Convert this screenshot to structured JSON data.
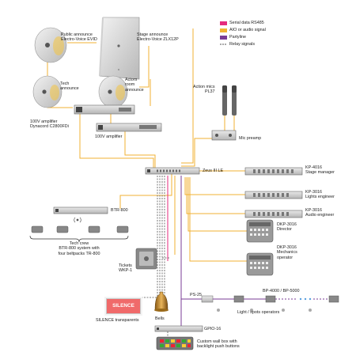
{
  "legend": [
    {
      "label": "Serial data RS485",
      "color": "#e52a7c",
      "style": "solid"
    },
    {
      "label": "AIO or audio signal",
      "color": "#f2b233",
      "style": "solid"
    },
    {
      "label": "Partyline",
      "color": "#7a3b96",
      "style": "solid"
    },
    {
      "label": "Relay signals",
      "color": "#555555",
      "style": "dashed"
    }
  ],
  "speakers": {
    "public": "Public announce\nElectro-Voice EVID",
    "stage": "Stage announce\nElectro-Voice ZLX12P",
    "tech": "Tech\nannounce",
    "actors": "Actors\nroom\nannounce"
  },
  "amplifiers": {
    "dynacord": "100V amplifier\nDynacord C2800FDi",
    "generic": "100V amplifier"
  },
  "mics": {
    "action": "Action mics\nPL37",
    "preamp": "Mic preamp"
  },
  "zeus": "Zeus III LE",
  "stations": [
    {
      "label": "KP-4016\nStage manager"
    },
    {
      "label": "KP-3016\nLights engineer"
    },
    {
      "label": "KP-3016\nAudio engineer"
    },
    {
      "label": "DKP-3016\nDirector"
    },
    {
      "label": "DKP-3016\nMechanics\noperator"
    }
  ],
  "btr": {
    "unit": "BTR-800",
    "caption": "Tech crew\nBTR-800 system with\nfour beltpacks TR-800"
  },
  "tickets": "Tickets\nWKP-1",
  "silence": {
    "sign": "SILENCE",
    "caption": "SILENCE transparents"
  },
  "bells": "Bells",
  "gpio": "GPIO-16",
  "wallbox": "Custom wall box with\nbacklight push buttons",
  "partyline": {
    "ps": "PS-25",
    "bp": "BP-4000 / BP-5000",
    "caption": "Light / spots operators"
  }
}
